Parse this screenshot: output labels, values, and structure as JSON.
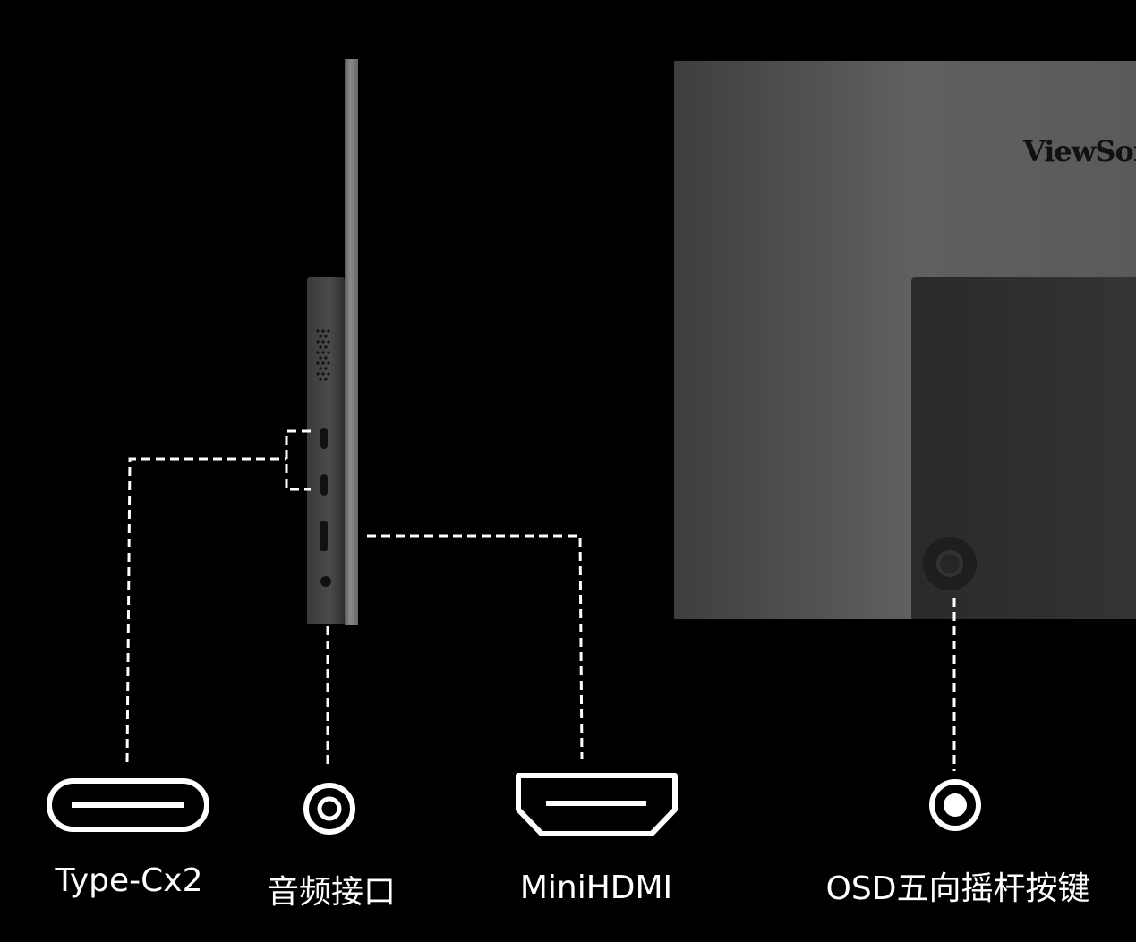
{
  "product": {
    "brand_logo": "ViewSonic"
  },
  "ports": [
    {
      "icon": "usb-c-icon",
      "label": "Type-Cx2"
    },
    {
      "icon": "audio-jack-icon",
      "label": "音频接口"
    },
    {
      "icon": "hdmi-icon",
      "label": "MiniHDMI"
    },
    {
      "icon": "joystick-button-icon",
      "label": "OSD五向摇杆按键"
    }
  ],
  "colors": {
    "background": "#000000",
    "line": "#ffffff"
  }
}
